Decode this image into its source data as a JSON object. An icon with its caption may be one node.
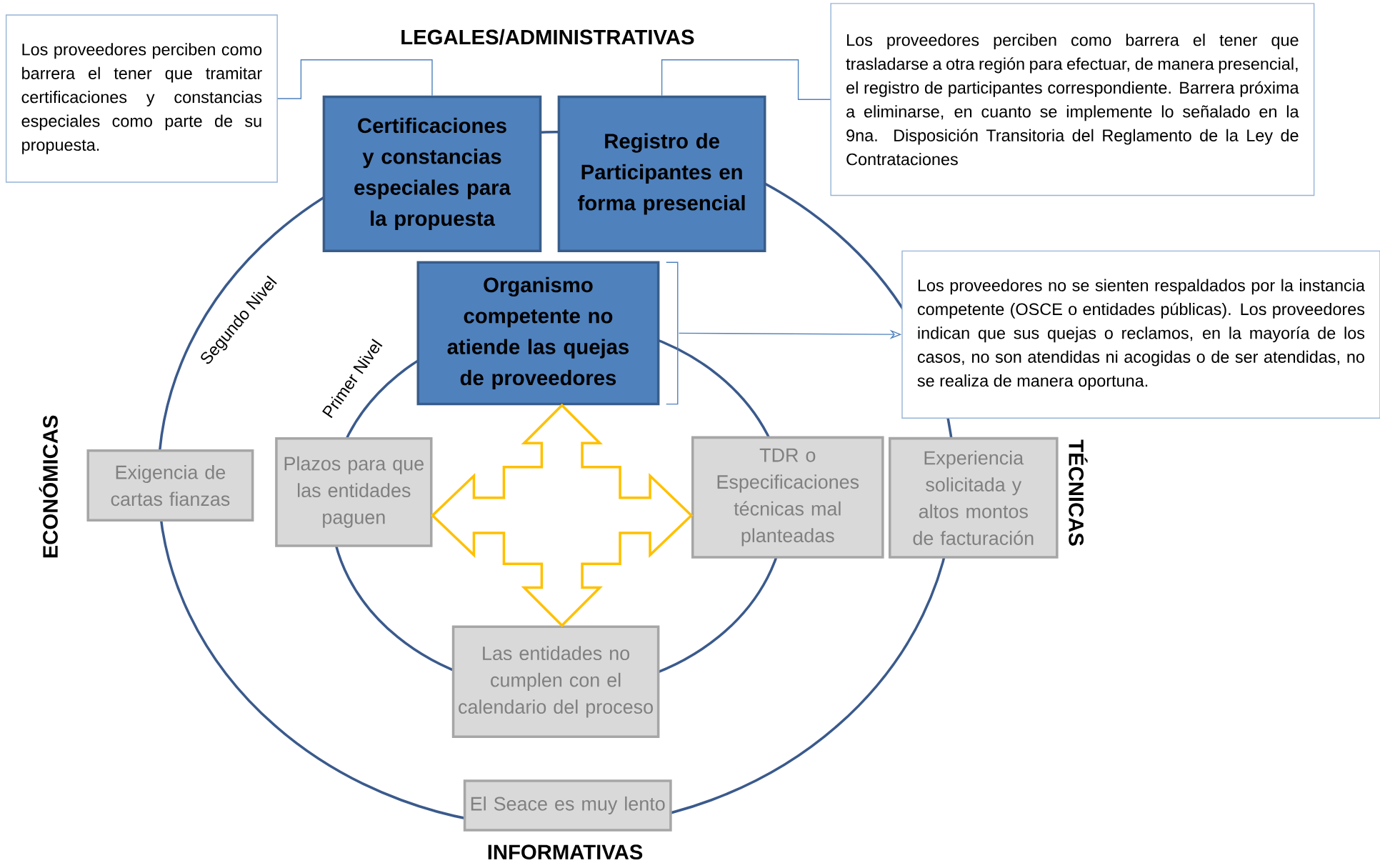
{
  "diagram": {
    "nodes": [
      {
        "text": [
          "Los proveedores perciben como barrera el tener que tramitar certificaciones y constancias especiales como parte de su propuesta."
        ]
      },
      {
        "text": [
          "Certificaciones y constancias especiales para la propuesta"
        ]
      },
      {
        "text": [
          "Registro de Participantes en forma presencial"
        ]
      },
      {
        "text": [
          "Los proveedores perciben como barrera el tener que trasladarse a otra región para efectuar, de manera presencial, el registro de participantes correspondiente. Barrera próxima a eliminarse, en cuanto se implemente lo señalado en la 9na. Disposición Transitoria del Reglamento de la Ley de Contrataciones"
        ]
      },
      {
        "text": [
          "Organismo competente no atiende las quejas de proveedores"
        ]
      },
      {
        "text": [
          "Los proveedores no se sienten respaldados por la instancia competente (OSCE o entidades públicas). Los proveedores indican que sus quejas o reclamos, en la mayoría de los casos, no son atendidas ni acogidas o de ser atendidas, no se realiza de manera oportuna."
        ]
      },
      {
        "text": [
          "Exigencia de cartas fianzas"
        ]
      },
      {
        "text": [
          "Plazos para que las entidades paguen"
        ]
      },
      {
        "text": [
          "TDR o Especificaciones técnicas mal planteadas"
        ]
      },
      {
        "text": [
          "Experiencia solicitada y altos montos de facturación"
        ]
      },
      {
        "text": [
          "Las entidades no cumplen con el calendario del proceso"
        ]
      },
      {
        "text": [
          "El Seace es muy lento"
        ]
      }
    ],
    "edges": [
      {
        "from": 0,
        "to": 1,
        "arrow": "none"
      },
      {
        "from": 3,
        "to": 2,
        "arrow": "none"
      },
      {
        "from": 4,
        "to": 5,
        "arrow": "to"
      },
      {
        "from": 7,
        "to": 8,
        "arrow": "both"
      },
      {
        "from": 4,
        "to": 10,
        "arrow": "both"
      }
    ],
    "labels": [
      "LEGALES/ADMINISTRATIVAS",
      "Segundo Nivel",
      "Primer Nivel",
      "ECONÓMICAS",
      "TÉCNICAS",
      "INFORMATIVAS"
    ]
  }
}
